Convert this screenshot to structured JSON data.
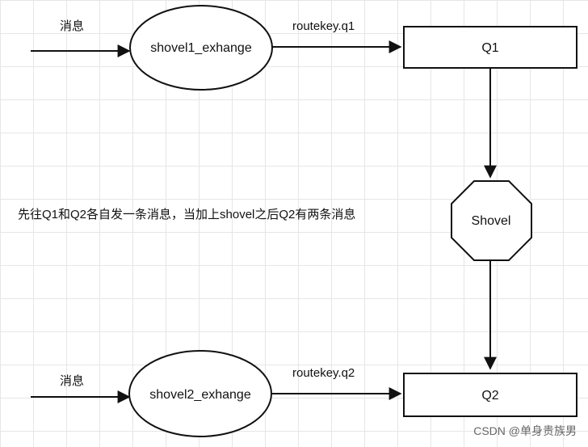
{
  "input_label_top": "消息",
  "input_label_bottom": "消息",
  "exchange_top": "shovel1_exhange",
  "exchange_bottom": "shovel2_exhange",
  "route_top": "routekey.q1",
  "route_bottom": "routekey.q2",
  "queue_top": "Q1",
  "queue_bottom": "Q2",
  "shovel": "Shovel",
  "note": "先往Q1和Q2各自发一条消息，当加上shovel之后Q2有两条消息",
  "watermark": "CSDN @单身贵族男"
}
